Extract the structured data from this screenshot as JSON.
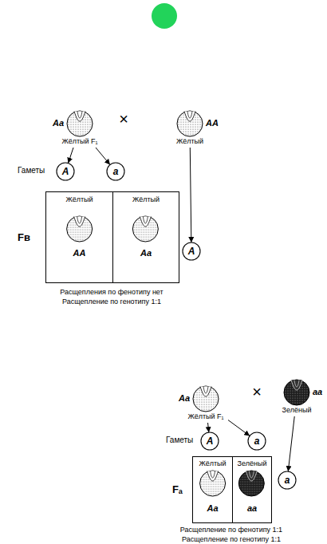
{
  "diagram": {
    "nodes": [
      {
        "text": [
          "Aa",
          "Жёлтый F₁"
        ]
      },
      {
        "text": [
          "AA",
          "Жёлтый"
        ]
      },
      {
        "text": [
          "A"
        ]
      },
      {
        "text": [
          "a"
        ]
      },
      {
        "text": [
          "Fв"
        ]
      },
      {
        "text": [
          "Жёлтый",
          "AA"
        ],
        "in": 4
      },
      {
        "text": [
          "Жёлтый",
          "Aa"
        ],
        "in": 4
      },
      {
        "text": [
          "A"
        ]
      },
      {
        "text": [
          "Aa",
          "Жёлтый F₁"
        ]
      },
      {
        "text": [
          "aa",
          "Зелёный"
        ]
      },
      {
        "text": [
          "A"
        ]
      },
      {
        "text": [
          "a"
        ]
      },
      {
        "text": [
          "Fₐ"
        ]
      },
      {
        "text": [
          "Жёлтый",
          "Aa"
        ],
        "in": 12
      },
      {
        "text": [
          "Зелёный",
          "aa"
        ],
        "in": 12
      },
      {
        "text": [
          "a"
        ]
      }
    ],
    "edges": [
      {
        "from": 0,
        "to": 2,
        "arrow": "to"
      },
      {
        "from": 0,
        "to": 3,
        "arrow": "to"
      },
      {
        "from": 1,
        "to": 7,
        "arrow": "to"
      },
      {
        "from": 8,
        "to": 10,
        "arrow": "to"
      },
      {
        "from": 8,
        "to": 11,
        "arrow": "to"
      },
      {
        "from": 9,
        "to": 15,
        "arrow": "to"
      }
    ],
    "labels": [
      "×",
      "Гаметы",
      "Расщепления по фенотипу нет",
      "Расщепление по генотипу 1:1",
      "×",
      "Гаметы",
      "Расщепление по фенотипу 1:1",
      "Расщепление по генотипу 1:1"
    ]
  }
}
